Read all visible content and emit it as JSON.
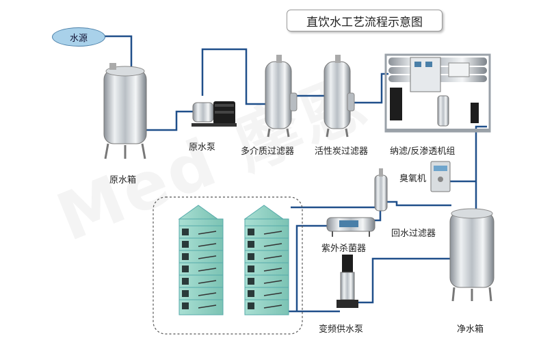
{
  "title": "直饮水工艺流程示意图",
  "source": "水源",
  "labels": {
    "raw_tank": "原水箱",
    "raw_pump": "原水泵",
    "multimedia_filter": "多介质过滤器",
    "carbon_filter": "活性炭过滤器",
    "membrane_unit": "纳滤/反渗透机组",
    "ozone": "臭氧机",
    "return_filter": "回水过滤器",
    "uv": "紫外杀菌器",
    "clean_tank": "净水箱",
    "supply_pump": "变频供水泵"
  },
  "watermark": "Med 摩恩",
  "colors": {
    "pipe": "#1f4f8a",
    "steel": "#c9ced3",
    "building": "#8fd0c4"
  }
}
